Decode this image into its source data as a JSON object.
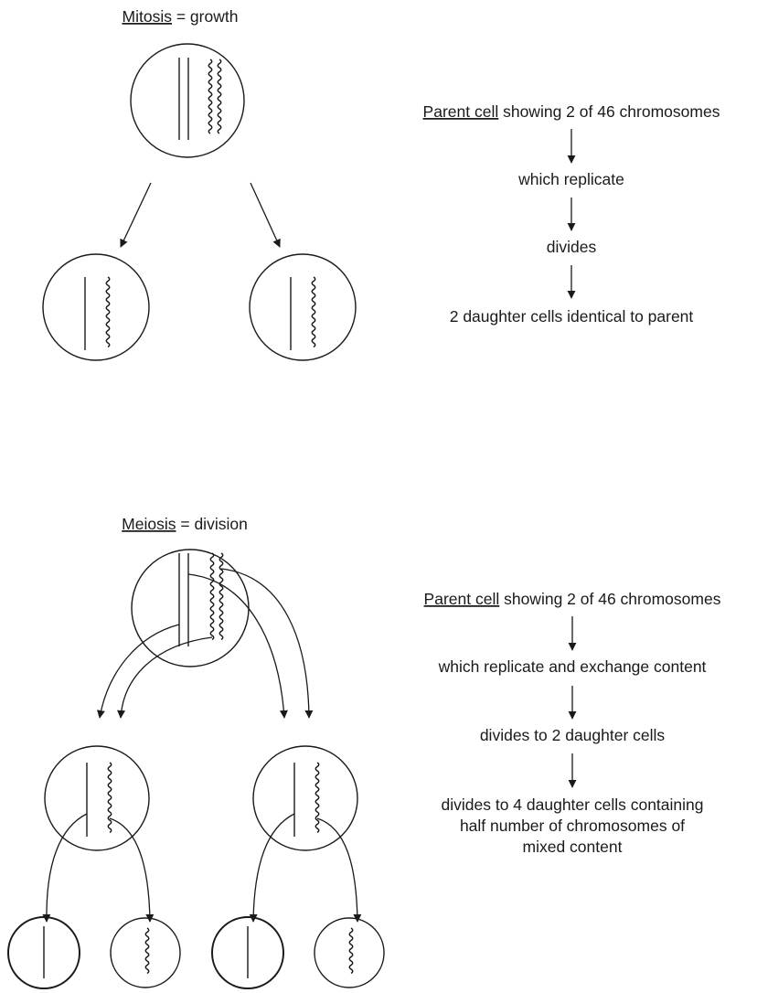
{
  "mitosis": {
    "title_term": "Mitosis",
    "title_rest": " = growth",
    "steps": [
      {
        "term": "Parent cell",
        "rest": " showing 2 of 46 chromosomes"
      },
      {
        "term": "",
        "rest": "which replicate"
      },
      {
        "term": "",
        "rest": "divides"
      },
      {
        "term": "",
        "rest": "2 daughter cells identical to parent"
      }
    ]
  },
  "meiosis": {
    "title_term": "Meiosis",
    "title_rest": " = division",
    "steps": [
      {
        "term": "Parent cell",
        "rest": " showing 2 of 46 chromosomes"
      },
      {
        "term": "",
        "rest": "which replicate and exchange content"
      },
      {
        "term": "",
        "rest": "divides to 2 daughter cells"
      },
      {
        "term": "",
        "rest": "divides to 4 daughter cells containing"
      },
      {
        "term": "",
        "rest": "half number of chromosomes of"
      },
      {
        "term": "",
        "rest": "mixed content"
      }
    ]
  }
}
